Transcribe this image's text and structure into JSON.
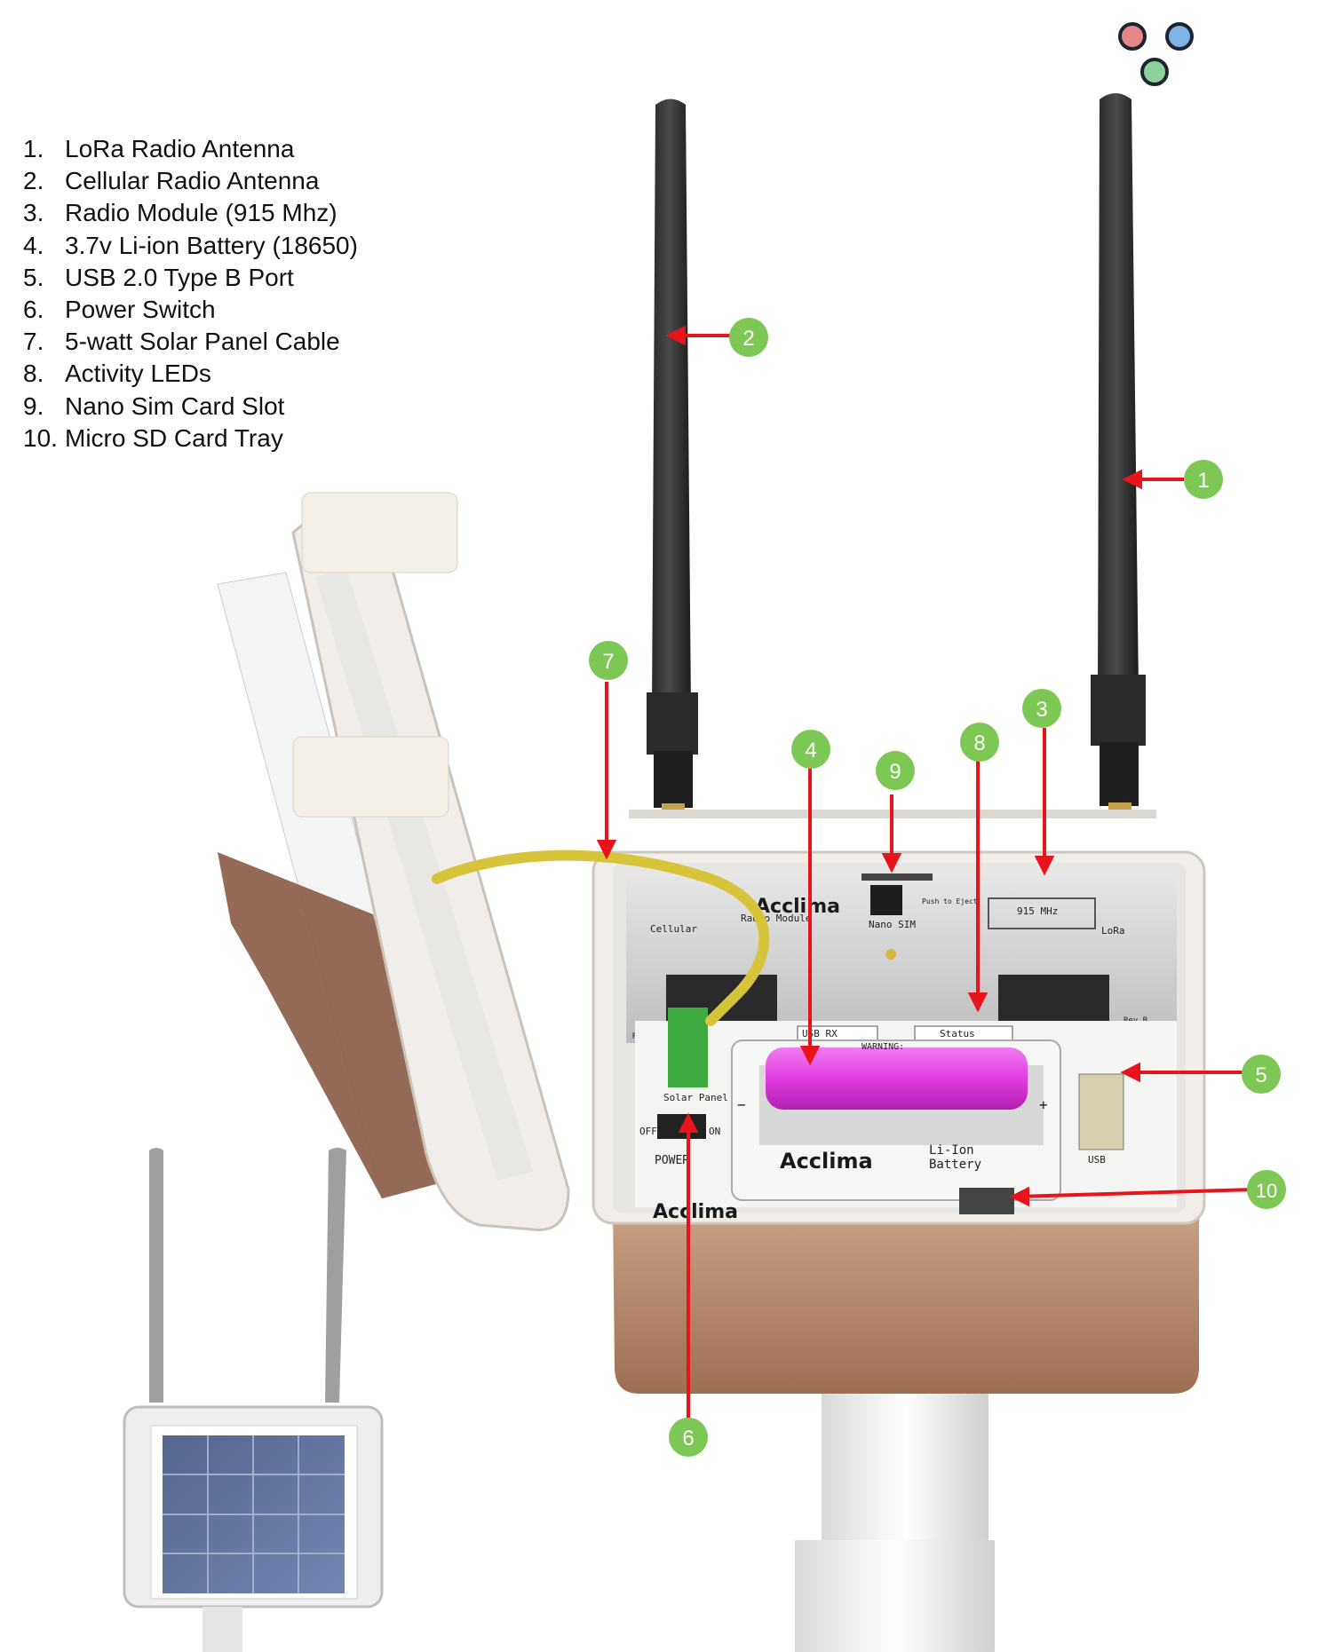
{
  "legend": [
    {
      "num": "1.",
      "label": "LoRa Radio Antenna"
    },
    {
      "num": "2.",
      "label": "Cellular Radio Antenna"
    },
    {
      "num": "3.",
      "label": "Radio Module (915 Mhz)"
    },
    {
      "num": "4.",
      "label": "3.7v Li-ion Battery (18650)"
    },
    {
      "num": "5.",
      "label": "USB 2.0 Type B Port"
    },
    {
      "num": "6.",
      "label": "Power Switch"
    },
    {
      "num": "7.",
      "label": "5-watt Solar Panel Cable"
    },
    {
      "num": "8.",
      "label": "Activity LEDs"
    },
    {
      "num": "9.",
      "label": "Nano Sim Card Slot"
    },
    {
      "num": "10.",
      "label": "Micro SD Card Tray"
    }
  ],
  "callouts": [
    "1",
    "2",
    "3",
    "4",
    "5",
    "6",
    "7",
    "8",
    "9",
    "10"
  ],
  "board_labels": {
    "cellular": "Cellular",
    "lora": "LoRa",
    "brand": "Acclima",
    "radio_module": "Radio Module",
    "mhz": "915 MHz",
    "push_to_eject": "Push to Eject",
    "nano_sim": "Nano SIM",
    "usb_rx": "USB RX",
    "status": "Status",
    "warning": "WARNING:",
    "solar_panel": "Solar Panel",
    "off": "OFF",
    "on": "ON",
    "power": "POWER",
    "battery_brand": "Acclima",
    "li_ion": "Li-Ion",
    "battery": "Battery",
    "usb": "USB",
    "plus": "+",
    "minus": "−",
    "rev": "Rev",
    "rev_b": "Rev B",
    "base_brand": "Acclima"
  },
  "colors": {
    "callout_green": "#7dc855",
    "arrow_red": "#e8141b",
    "battery_pink": "#e23ce0",
    "cable_yellow": "#d8c43a",
    "enclosure_tan": "#b98a6c",
    "dot_red": "#e48786",
    "dot_blue": "#7fb3e5",
    "dot_green": "#8cd29a"
  }
}
